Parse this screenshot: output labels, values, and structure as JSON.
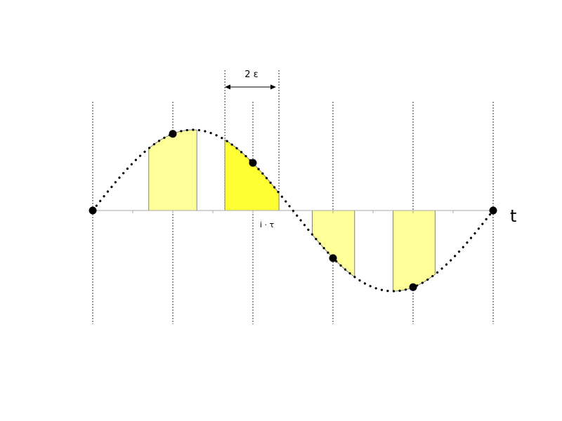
{
  "diagram": {
    "epsilon_label": "2 ε",
    "sample_label": "i · τ",
    "axis_label": "t"
  },
  "chart_data": {
    "type": "line",
    "title": "",
    "xlabel": "t",
    "ylabel": "",
    "xlim": [
      0,
      1
    ],
    "ylim": [
      -1,
      1
    ],
    "grid": false,
    "curve": "sine",
    "samples_x": [
      0,
      0.2,
      0.4,
      0.6,
      0.8,
      1.0
    ],
    "sample_points": [
      {
        "x": 0.0,
        "y": 0.0
      },
      {
        "x": 0.2,
        "y": 0.95
      },
      {
        "x": 0.4,
        "y": 0.59
      },
      {
        "x": 0.6,
        "y": -0.59
      },
      {
        "x": 0.8,
        "y": -0.95
      },
      {
        "x": 1.0,
        "y": 0.0
      }
    ],
    "windows": [
      {
        "x0": 0.14,
        "x1": 0.26,
        "highlight": false
      },
      {
        "x0": 0.33,
        "x1": 0.465,
        "highlight": true
      },
      {
        "x0": 0.548,
        "x1": 0.654,
        "highlight": false
      },
      {
        "x0": 0.75,
        "x1": 0.855,
        "highlight": false
      }
    ],
    "colors": {
      "window": "#ffff99",
      "window_highlight": "#ffff33",
      "curve": "#000000",
      "axis": "#aaaaaa"
    }
  }
}
